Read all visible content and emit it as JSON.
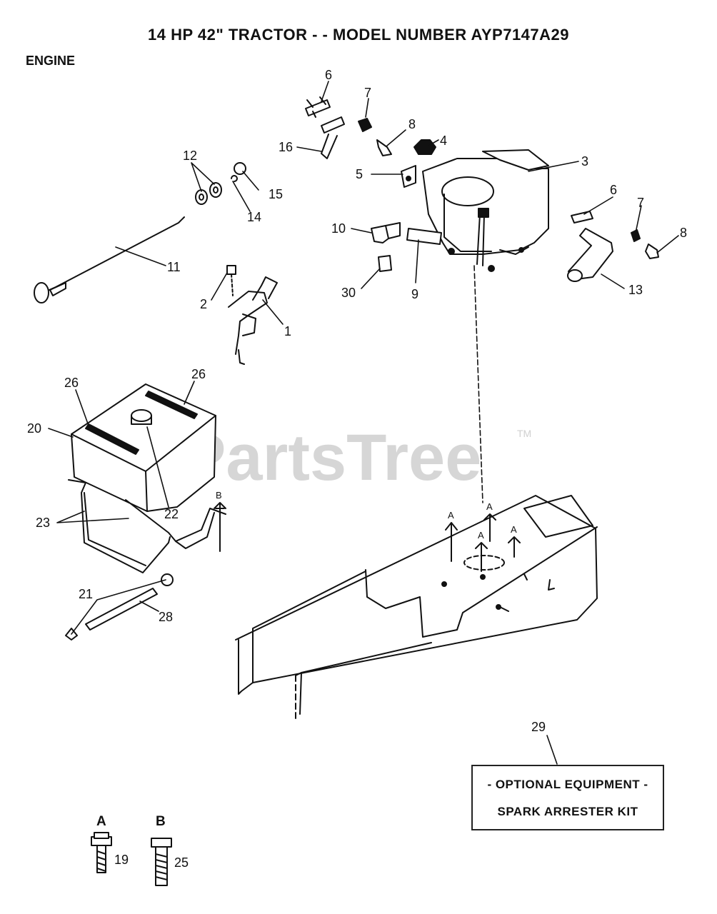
{
  "title": "14 HP 42\" TRACTOR - - MODEL NUMBER AYP7147A29",
  "section": "ENGINE",
  "watermark": "PartsTree",
  "watermark_tm": "TM",
  "optional_box": {
    "line1": "- OPTIONAL EQUIPMENT -",
    "line2": "SPARK ARRESTER KIT"
  },
  "callouts": {
    "c1": "1",
    "c2": "2",
    "c3": "3",
    "c4": "4",
    "c5": "5",
    "c6a": "6",
    "c6b": "6",
    "c7a": "7",
    "c7b": "7",
    "c8a": "8",
    "c8b": "8",
    "c9": "9",
    "c10": "10",
    "c11": "11",
    "c12": "12",
    "c13": "13",
    "c14": "14",
    "c15": "15",
    "c16": "16",
    "c19": "19",
    "c20": "20",
    "c21": "21",
    "c22": "22",
    "c23": "23",
    "c25": "25",
    "c26a": "26",
    "c26b": "26",
    "c28": "28",
    "c29": "29",
    "c30": "30"
  },
  "ref_letters": {
    "a1": "A",
    "a2": "A",
    "a3": "A",
    "a4": "A",
    "b1": "B",
    "legend_a": "A",
    "legend_b": "B"
  }
}
